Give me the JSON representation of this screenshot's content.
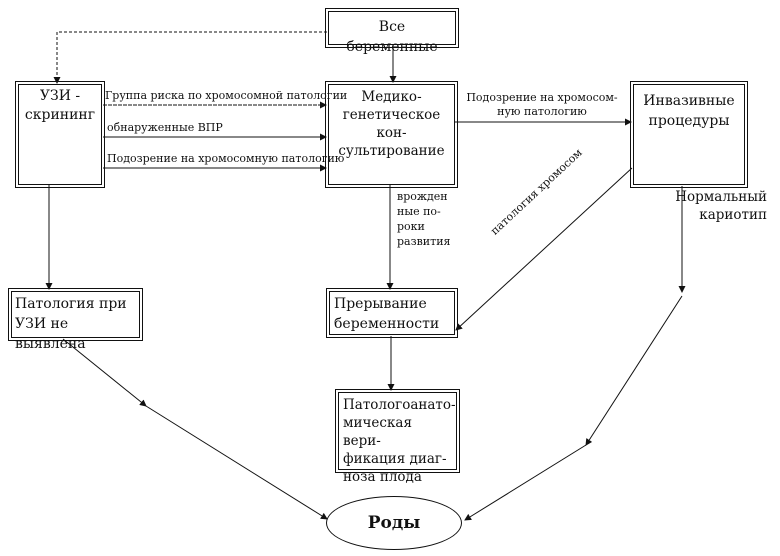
{
  "nodes": {
    "all_pregnant": "Все беременные",
    "us_screening": [
      "УЗИ -",
      "скрининг"
    ],
    "genetic_counseling": [
      "Медико-",
      "генетическое кон-",
      "сультирование"
    ],
    "invasive": [
      "Инвазивные",
      "процедуры"
    ],
    "no_pathology": [
      "Патология при",
      "УЗИ не выявлена"
    ],
    "termination": [
      "Прерывание",
      "беременности"
    ],
    "autopsy": [
      "Патологоанато-",
      "мическая вери-",
      "фикация диаг-",
      "ноза плода"
    ],
    "birth": "Роды"
  },
  "edges": {
    "risk_group": "Группа риска по хромосомной патологии",
    "detected_malformations": "обнаруженные ВПР",
    "suspicion_chrom_left": "Подозрение на хромосомную патологию",
    "suspicion_chrom_right": [
      "Подозрение на хромосом-",
      "ную патологию"
    ],
    "congenital": [
      "врожден",
      "ные по-",
      "роки",
      "развития"
    ],
    "chrom_pathology": "патология хромосом",
    "normal_karyotype": [
      "Нормальный",
      "кариотип"
    ]
  }
}
